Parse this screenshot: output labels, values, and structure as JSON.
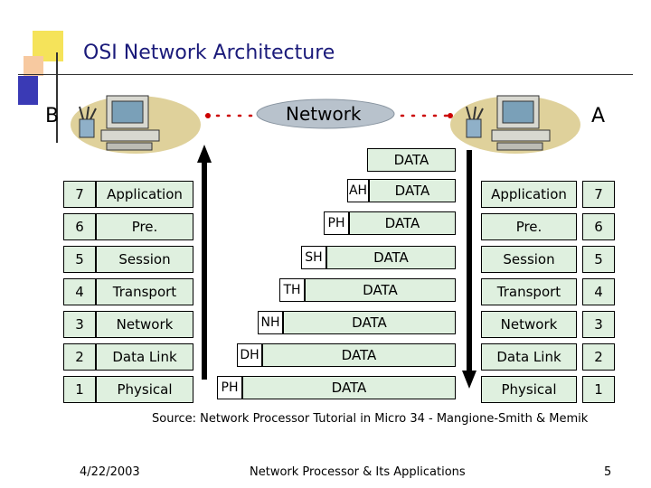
{
  "title": "OSI Network Architecture",
  "left_host_label": "B",
  "right_host_label": "A",
  "network_label": "Network",
  "top_data_label": "DATA",
  "left_stack": [
    {
      "num": "7",
      "name": "Application"
    },
    {
      "num": "6",
      "name": "Pre."
    },
    {
      "num": "5",
      "name": "Session"
    },
    {
      "num": "4",
      "name": "Transport"
    },
    {
      "num": "3",
      "name": "Network"
    },
    {
      "num": "2",
      "name": "Data Link"
    },
    {
      "num": "1",
      "name": "Physical"
    }
  ],
  "right_stack": [
    {
      "num": "7",
      "name": "Application"
    },
    {
      "num": "6",
      "name": "Pre."
    },
    {
      "num": "5",
      "name": "Session"
    },
    {
      "num": "4",
      "name": "Transport"
    },
    {
      "num": "3",
      "name": "Network"
    },
    {
      "num": "2",
      "name": "Data Link"
    },
    {
      "num": "1",
      "name": "Physical"
    }
  ],
  "encapsulation": [
    {
      "header": "AH",
      "data": "DATA"
    },
    {
      "header": "PH",
      "data": "DATA"
    },
    {
      "header": "SH",
      "data": "DATA"
    },
    {
      "header": "TH",
      "data": "DATA"
    },
    {
      "header": "NH",
      "data": "DATA"
    },
    {
      "header": "DH",
      "data": "DATA"
    },
    {
      "header": "PH",
      "data": "DATA"
    }
  ],
  "source": "Source: Network Processor Tutorial in Micro 34 - Mangione-Smith & Memik",
  "footer": {
    "date": "4/22/2003",
    "center": "Network Processor & Its Applications",
    "page": "5"
  },
  "colors": {
    "title": "#1a1a7a",
    "box_fill": "#dff0df",
    "decor_yellow": "#f5e35a",
    "decor_blue": "#3a3ab5",
    "dashed_line": "#cc0000",
    "cloud": "#b8c2cc",
    "arrow": "#000000"
  }
}
